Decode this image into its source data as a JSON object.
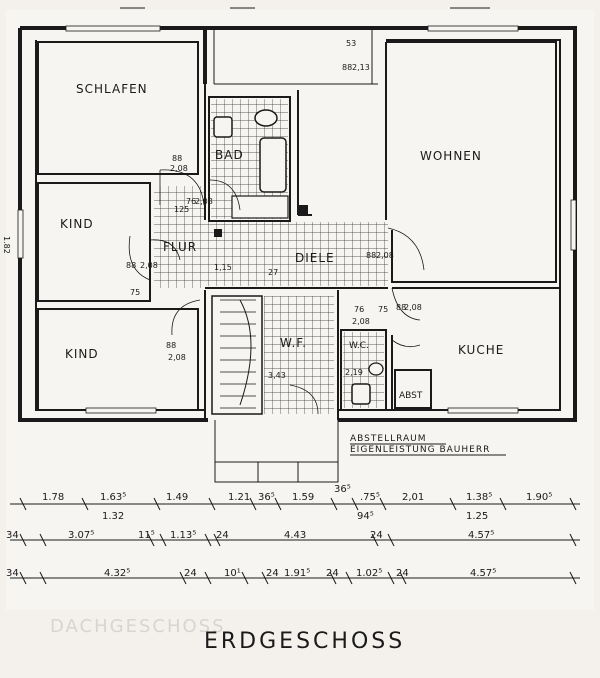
{
  "rooms": {
    "schlafen": "SCHLAFEN",
    "bad": "BAD",
    "wohnen": "WOHNEN",
    "kind_top": "KIND",
    "flur": "FLUR",
    "diele": "DIELE",
    "kind_bottom": "KIND",
    "wf": "W.F.",
    "wc": "W.C.",
    "kuche": "KUCHE",
    "abst": "ABST"
  },
  "notes": {
    "abstellraum": "ABSTELLRAUM",
    "eigenleistung": "EIGENLEISTUNG BAUHERR"
  },
  "door_labels": {
    "schlafen_door_a": "88",
    "schlafen_door_b": "2,08",
    "flur_door_a": "88",
    "flur_door_b": "2,08",
    "diele_door_a": "88",
    "diele_door_b": "2,08",
    "kind_door_a": "88",
    "kind_door_b": "2,08",
    "wc_door_a": "76",
    "wc_door_b": "2,08",
    "kuche_door_a": "88",
    "kuche_door_b": "2,08",
    "top_opening_a": "88",
    "top_opening_b": "2,13",
    "top_opening_c": "53",
    "flur_inner_a": "125",
    "flur_inner_b": "76",
    "flur_inner_c": "2,08",
    "stair_a": "1,15",
    "stair_b": "75",
    "wf_size": "3,43",
    "wc_size": "2,19",
    "wc_right": "75",
    "diele_small": "27"
  },
  "dims": {
    "row1": [
      "1.78",
      "1.63⁵",
      "1.49",
      "1.21",
      "36⁵",
      "1.59",
      "36⁵",
      ".75⁵",
      "2,01",
      "1.38⁵",
      "1.90⁵"
    ],
    "row1_sub": [
      "1.32",
      "94⁵",
      "1.25"
    ],
    "row2": [
      "34",
      "3.07⁵",
      "11⁵",
      "1.13⁵",
      "24",
      "4.43",
      "24",
      "4.57⁵"
    ],
    "row3": [
      "34",
      "4.32⁵",
      "24",
      "10¹",
      "24",
      "1.91⁵",
      "24",
      "1.02⁵",
      "24",
      "4.57⁵"
    ]
  },
  "side_label": "1.82",
  "title": "ERDGESCHOSS",
  "faint_title": "DACHGESCHOSS"
}
